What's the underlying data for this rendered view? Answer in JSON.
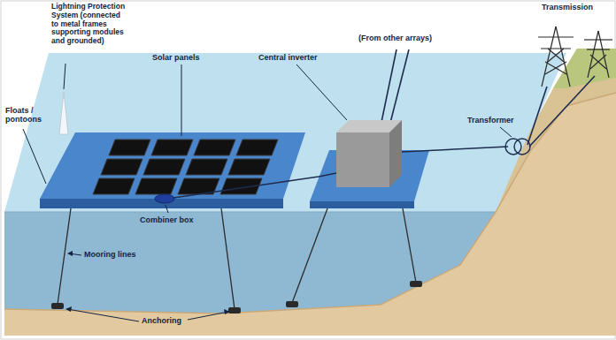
{
  "diagram": {
    "labels": [
      "Lightning Protection System (connected to metal frames supporting modules and grounded)",
      "Floats / pontoons",
      "Solar panels",
      "Central inverter",
      "(From other arrays)",
      "Transmission",
      "Transformer",
      "Combiner box",
      "Mooring lines",
      "Anchoring"
    ]
  }
}
